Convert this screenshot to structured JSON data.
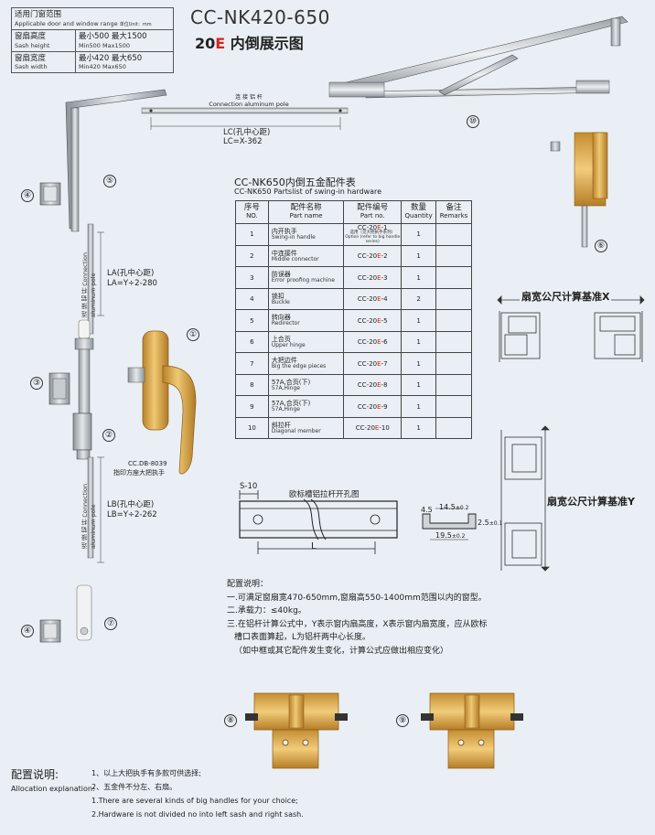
{
  "spec": {
    "range_cn": "适用门窗范围",
    "range_en": "Applicable door and window range",
    "unit": "单位Unit：mm",
    "height_cn": "窗扇高度",
    "height_en": "Sash height",
    "height_val_cn": "最小500  最大1500",
    "height_val_en": "Min500  Max1500",
    "width_cn": "窗扇宽度",
    "width_en": "Sash width",
    "width_val_cn": "最小420  最大650",
    "width_val_en": "Min420  Max650"
  },
  "title": {
    "model": "CC-NK420-650",
    "sub_prefix": "20",
    "sub_red": "E",
    "sub_suffix": "内倒展示图"
  },
  "pole": {
    "label_cn": "连 接 铝 杆",
    "label_en": "Connection aluminum pole",
    "lc_cn": "LC(孔中心距)",
    "lc_formula": "LC=X-362"
  },
  "la": {
    "label": "LA(孔中心距)",
    "formula": "LA=Y÷2-280",
    "vertical_text": "连 接 铝 杆 Connection aluminum pole"
  },
  "lb": {
    "label": "LB(孔中心距)",
    "formula": "LB=Y÷2-262",
    "vertical_text": "连 接 铝 杆 Connection aluminum pole"
  },
  "handle": {
    "code": "CC.DB-8039",
    "desc": "指印方座大把执手"
  },
  "parts": {
    "title_cn": "CC-NK650内倒五金配件表",
    "title_en": "CC-NK650 Partslist of swing-in hardware",
    "headers": [
      {
        "cn": "序号",
        "en": "NO."
      },
      {
        "cn": "配件名称",
        "en": "Part name"
      },
      {
        "cn": "配件编号",
        "en": "Part no."
      },
      {
        "cn": "数量",
        "en": "Quantity"
      },
      {
        "cn": "备注",
        "en": "Remarks"
      }
    ],
    "rows": [
      {
        "no": "1",
        "cn": "内开执手",
        "en": "Swing-in handle",
        "code_prefix": "CC-20",
        "code_red": "E",
        "code_suffix": "-1",
        "note": "选用（见大把执手系列）Option (refer to big handle series)",
        "qty": "1"
      },
      {
        "no": "2",
        "cn": "中连接件",
        "en": "Middle connector",
        "code_prefix": "CC-20",
        "code_red": "E",
        "code_suffix": "-2",
        "note": "",
        "qty": "1"
      },
      {
        "no": "3",
        "cn": "防误器",
        "en": "Error proofing machine",
        "code_prefix": "CC-20",
        "code_red": "E",
        "code_suffix": "-3",
        "note": "",
        "qty": "1"
      },
      {
        "no": "4",
        "cn": "锁扣",
        "en": "Buckle",
        "code_prefix": "CC-20",
        "code_red": "E",
        "code_suffix": "-4",
        "note": "",
        "qty": "2"
      },
      {
        "no": "5",
        "cn": "转向器",
        "en": "Redirector",
        "code_prefix": "CC-20",
        "code_red": "E",
        "code_suffix": "-5",
        "note": "",
        "qty": "1"
      },
      {
        "no": "6",
        "cn": "上合页",
        "en": "Upper hinge",
        "code_prefix": "CC-20",
        "code_red": "E",
        "code_suffix": "-6",
        "note": "",
        "qty": "1"
      },
      {
        "no": "7",
        "cn": "大把边件",
        "en": "Big the edge pieces",
        "code_prefix": "CC-20",
        "code_red": "E",
        "code_suffix": "-7",
        "note": "",
        "qty": "1"
      },
      {
        "no": "8",
        "cn": "57A,合页(下)",
        "en": "57A,Hinge",
        "code_prefix": "CC-20",
        "code_red": "E",
        "code_suffix": "-8",
        "note": "",
        "qty": "1"
      },
      {
        "no": "9",
        "cn": "57A,合页(下)",
        "en": "57A,Hinge",
        "code_prefix": "CC-20",
        "code_red": "E",
        "code_suffix": "-9",
        "note": "",
        "qty": "1"
      },
      {
        "no": "10",
        "cn": "斜拉杆",
        "en": "Diagonal member",
        "code_prefix": "CC-20",
        "code_red": "E",
        "code_suffix": "-10",
        "note": "",
        "qty": "1"
      }
    ]
  },
  "calc": {
    "x_label": "扇宽公尺计算基准X",
    "y_label": "扇宽公尺计算基准Y"
  },
  "slot": {
    "title": "欧标槽铝拉杆开孔图",
    "s_label": "S-10",
    "l_label": "L",
    "d1": "4.5",
    "d2": "14.5",
    "d2_tol": "±0.2",
    "d3": "19.5",
    "d3_tol": "±0.2",
    "d4": "2.5",
    "d4_tol": "±0.1"
  },
  "config": {
    "title": "配置说明：",
    "lines": [
      "一.可满足窗扇宽470-650mm,窗扇高550-1400mm范围以内的窗型。",
      "二.承载力：≤40kg。",
      "三.在铝杆计算公式中，Y表示窗内扇高度，X表示窗内扇宽度，应从欧标",
      "槽口表面算起，L为铝杆两中心长度。",
      "（如中框或其它配件发生变化，计算公式应做出相应变化）"
    ]
  },
  "alloc": {
    "title_cn": "配置说明:",
    "title_en": "Allocation explanation:",
    "lines": [
      "1、以上大把执手有多款可供选择;",
      "2、五金件不分左、右扇。",
      "1.There are several kinds of big handles for your choice;",
      "2.Hardware is not divided no into left sash and right sash."
    ]
  },
  "markers": [
    "①",
    "②",
    "③",
    "④",
    "⑤",
    "⑥",
    "⑦",
    "⑧",
    "⑨",
    "⑩"
  ],
  "colors": {
    "background": "#e9eff4",
    "accent_red": "#d8231b",
    "gold": "#d9a441",
    "steel": "#b8bec4"
  }
}
